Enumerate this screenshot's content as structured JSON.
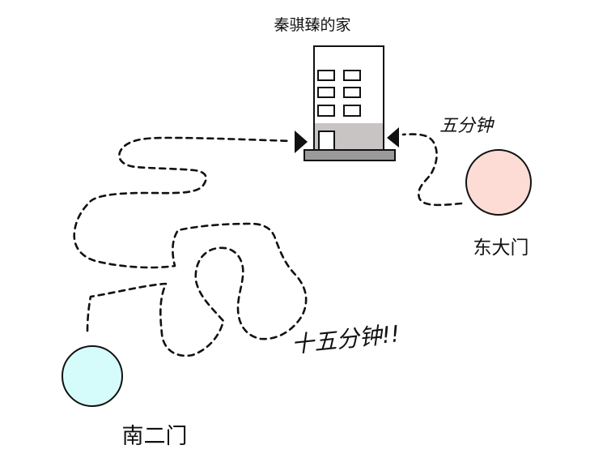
{
  "building": {
    "title": "秦骐臻的家"
  },
  "locations": {
    "east_gate": {
      "label": "东大门",
      "color": "#fddcd6"
    },
    "south_gate": {
      "label": "南二门",
      "color": "#d6fbfb"
    }
  },
  "routes": {
    "east_time": "五分钟",
    "south_time": "十五分钟!!"
  }
}
